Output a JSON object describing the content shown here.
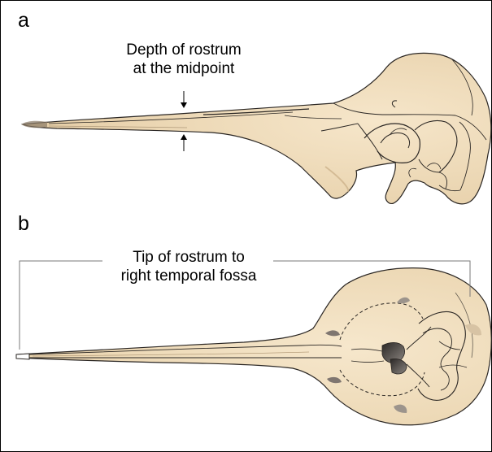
{
  "panels": [
    {
      "letter": "a",
      "annotation_line1": "Depth of rostrum",
      "annotation_line2": "at the midpoint"
    },
    {
      "letter": "b",
      "annotation_line1": "Tip of rostrum to",
      "annotation_line2": "right temporal fossa"
    }
  ],
  "colors": {
    "bone": "#f3dfc0",
    "bone_shadow": "#dcc29b",
    "outline": "#2a2623",
    "border": "#000000",
    "measure_line": "#7a7a7a"
  }
}
